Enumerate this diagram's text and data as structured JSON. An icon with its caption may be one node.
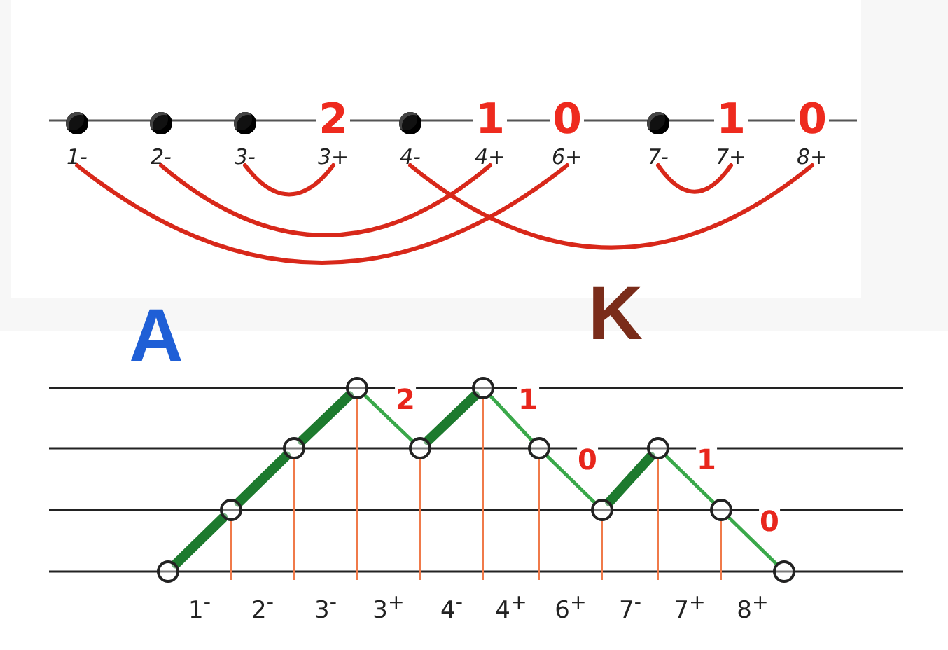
{
  "diagram": {
    "nodes": [
      {
        "text": [
          "1-"
        ]
      },
      {
        "text": [
          "2-"
        ]
      },
      {
        "text": [
          "3-"
        ]
      },
      {
        "text": [
          "2",
          "3+"
        ]
      },
      {
        "text": [
          "4-"
        ]
      },
      {
        "text": [
          "1",
          "4+"
        ]
      },
      {
        "text": [
          "0",
          "6+"
        ]
      },
      {
        "text": [
          "7-"
        ]
      },
      {
        "text": [
          "1",
          "7+"
        ]
      },
      {
        "text": [
          "0",
          "8+"
        ]
      },
      {
        "text": [],
        "shape": "circle"
      },
      {
        "text": [],
        "shape": "circle"
      },
      {
        "text": [],
        "shape": "circle"
      },
      {
        "text": [],
        "shape": "circle"
      },
      {
        "text": [],
        "shape": "circle"
      },
      {
        "text": [],
        "shape": "circle"
      },
      {
        "text": [],
        "shape": "circle"
      },
      {
        "text": [],
        "shape": "circle"
      },
      {
        "text": [],
        "shape": "circle"
      },
      {
        "text": [],
        "shape": "circle"
      },
      {
        "text": [],
        "shape": "circle"
      }
    ],
    "edges": [
      {
        "from": 2,
        "to": 3,
        "arrow": "none",
        "color": "#d8281a"
      },
      {
        "from": 7,
        "to": 8,
        "arrow": "none",
        "color": "#d8281a"
      },
      {
        "from": 1,
        "to": 5,
        "arrow": "none",
        "color": "#d8281a"
      },
      {
        "from": 0,
        "to": 6,
        "arrow": "none",
        "color": "#d8281a"
      },
      {
        "from": 4,
        "to": 9,
        "arrow": "none",
        "color": "#d8281a"
      },
      {
        "from": 10,
        "to": 11,
        "arrow": "none",
        "style": "thick",
        "color": "#1d7a2e"
      },
      {
        "from": 11,
        "to": 12,
        "arrow": "none",
        "style": "thick",
        "color": "#1d7a2e"
      },
      {
        "from": 12,
        "to": 13,
        "arrow": "none",
        "style": "thick",
        "color": "#1d7a2e"
      },
      {
        "from": 13,
        "to": 14,
        "arrow": "none",
        "label": "2",
        "color": "#3aa84a"
      },
      {
        "from": 14,
        "to": 15,
        "arrow": "none",
        "style": "thick",
        "color": "#1d7a2e"
      },
      {
        "from": 15,
        "to": 16,
        "arrow": "none",
        "label": "1",
        "color": "#3aa84a"
      },
      {
        "from": 16,
        "to": 17,
        "arrow": "none",
        "label": "0",
        "color": "#3aa84a"
      },
      {
        "from": 17,
        "to": 18,
        "arrow": "none",
        "style": "thick",
        "color": "#1d7a2e"
      },
      {
        "from": 18,
        "to": 19,
        "arrow": "none",
        "label": "1",
        "color": "#3aa84a"
      },
      {
        "from": 19,
        "to": 20,
        "arrow": "none",
        "label": "0",
        "color": "#3aa84a"
      }
    ],
    "labels": [
      "A",
      "K",
      "1$^{-}$",
      "2$^{-}$",
      "3$^{-}$",
      "3$^{+}$",
      "4$^{-}$",
      "4$^{+}$",
      "6$^{+}$",
      "7$^{-}$",
      "7$^{+}$",
      "8$^{+}$"
    ]
  }
}
